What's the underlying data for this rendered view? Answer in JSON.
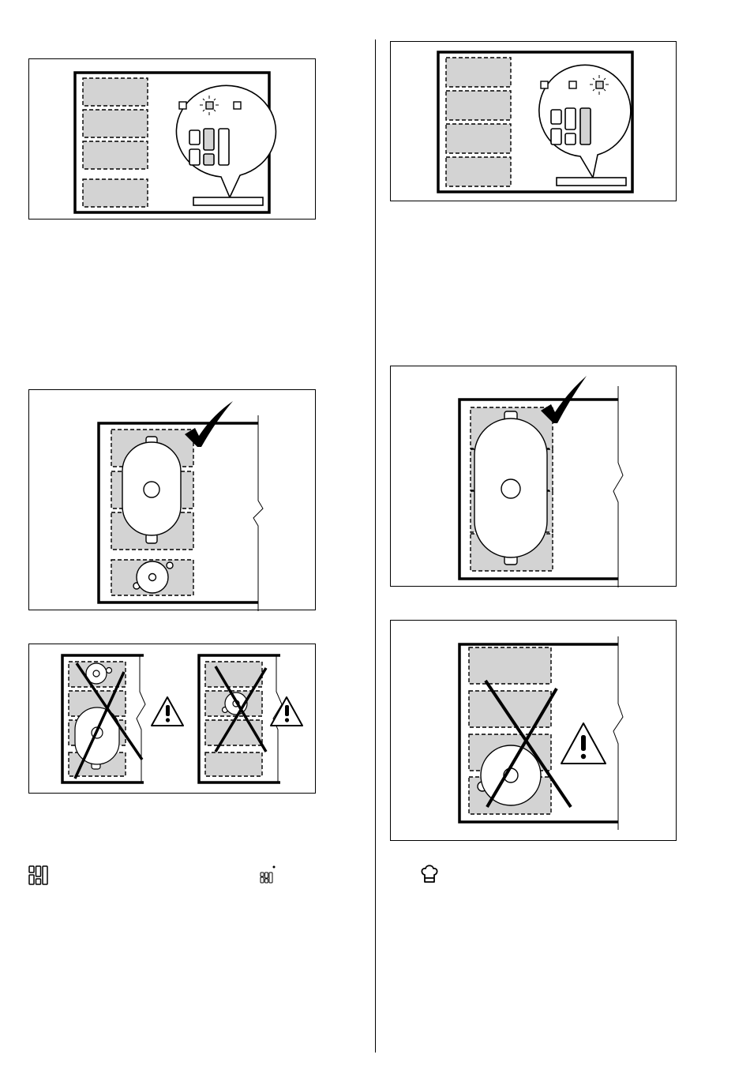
{
  "page": {
    "background": "#ffffff",
    "zone_fill": "#d3d3d3",
    "line_color": "#000000"
  },
  "figures": [
    {
      "id": "panel-left",
      "description_icon": "control-panel-selector-middle-zone-icon"
    },
    {
      "id": "panel-right",
      "description_icon": "control-panel-selector-right-zone-icon"
    },
    {
      "id": "pan-correct-left",
      "description_icon": "checkmark-icon"
    },
    {
      "id": "pan-correct-right",
      "description_icon": "checkmark-icon"
    },
    {
      "id": "pan-wrong-left",
      "description_icon": "warning-icon"
    },
    {
      "id": "pan-wrong-right",
      "description_icon": "warning-icon"
    }
  ],
  "icons": [
    "bridge-zones-icon",
    "bridge-zones-small-icon",
    "chef-hat-icon"
  ]
}
